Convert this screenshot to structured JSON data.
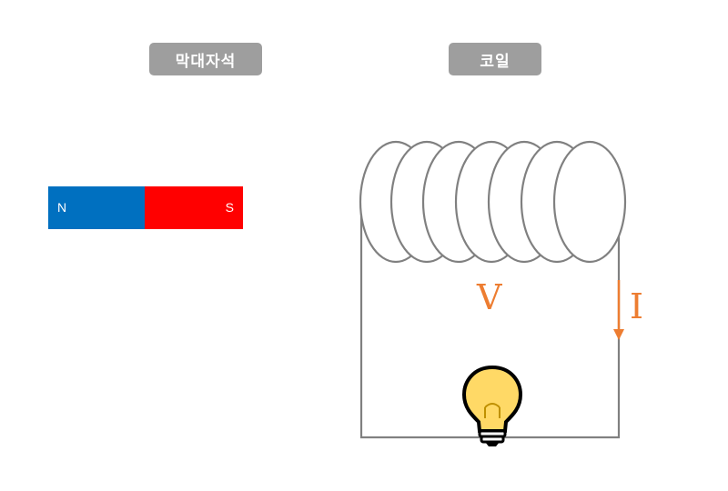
{
  "labels": {
    "magnet": "막대자석",
    "coil": "코일"
  },
  "magnet": {
    "north": "N",
    "south": "S",
    "north_color": "#0070c0",
    "south_color": "#ff0000"
  },
  "circuit": {
    "voltage_symbol": "V",
    "current_symbol": "I",
    "symbol_color": "#ed7d31",
    "wire_color": "#808080",
    "coil_turns": 7
  },
  "icons": {
    "bulb": "light-bulb-icon",
    "arrow": "current-arrow-icon"
  }
}
